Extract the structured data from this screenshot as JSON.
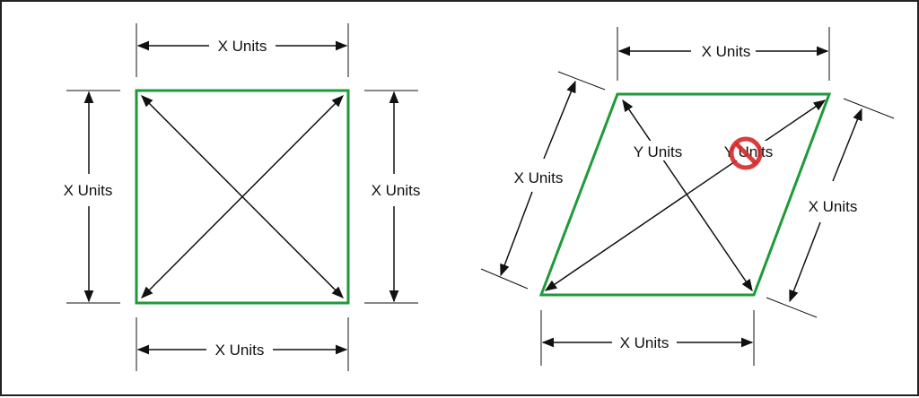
{
  "colors": {
    "shape_outline": "#1f9a3a",
    "arrows": "#111111",
    "prohibit_symbol": "#d62828"
  },
  "left_diagram": {
    "top_label": "X Units",
    "left_label": "X Units",
    "right_label": "X Units",
    "bottom_label": "X Units"
  },
  "right_diagram": {
    "top_label": "X Units",
    "left_label": "X Units",
    "right_label": "X Units",
    "bottom_label": "X Units",
    "diagonal_label_1": "Y Units",
    "diagonal_label_2": "Y Units",
    "prohibit_icon": "no-symbol-icon"
  }
}
